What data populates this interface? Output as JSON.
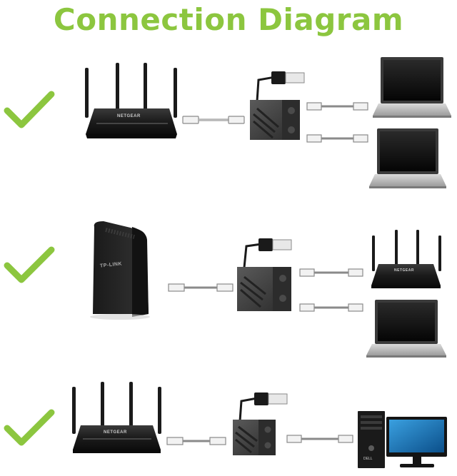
{
  "title": "Connection Diagram",
  "colors": {
    "accent_green": "#8cc63f",
    "device_black": "#1b1b1b",
    "cable_gray": "#9a9a9a",
    "screen_black": "#101010"
  },
  "rows": [
    {
      "source": "router",
      "source_icon": "router-icon",
      "splitter_icon": "ethernet-splitter-icon",
      "usb_icon": "usb-plug-icon",
      "outputs": [
        "laptop",
        "laptop"
      ]
    },
    {
      "source": "modem",
      "source_icon": "modem-icon",
      "source_brand": "TP-LINK",
      "splitter_icon": "ethernet-splitter-icon",
      "usb_icon": "usb-plug-icon",
      "outputs": [
        "router",
        "laptop"
      ]
    },
    {
      "source": "router",
      "source_icon": "router-icon",
      "splitter_icon": "ethernet-splitter-icon",
      "usb_icon": "usb-plug-icon",
      "outputs": [
        "desktop-computer"
      ]
    }
  ],
  "router_brand": "NETGEAR",
  "computer_brand": "DELL",
  "check_icon": "checkmark-icon"
}
